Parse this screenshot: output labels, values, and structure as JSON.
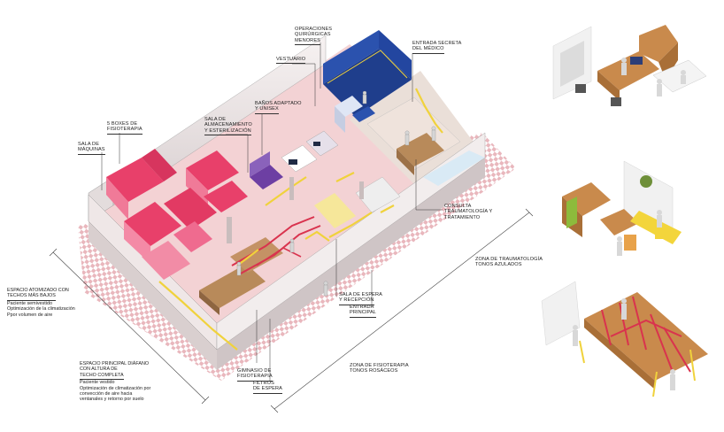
{
  "labels": {
    "operaciones": [
      "OPERACIONES",
      "QUIRÚRGICAS",
      "MENORES"
    ],
    "vestuario": "VESTUARIO",
    "entrada_secreta": [
      "ENTRADA SECRETA",
      "DEL MÉDICO"
    ],
    "banos": [
      "BAÑOS ADAPTADO",
      "Y UNISEX"
    ],
    "sala_almacenamiento": [
      "SALA DE",
      "ALMACENAMIENTO",
      "Y ESTERILIZACIÓN"
    ],
    "boxes": [
      "5 BOXES DE",
      "FISIOTERAPIA"
    ],
    "sala_maquinas": [
      "SALA DE",
      "MÁQUINAS"
    ],
    "consulta": [
      "CONSULTA",
      "TRAUMATOLOGÍA Y",
      "TRATAMIENTO"
    ],
    "zona_trauma": [
      "ZONA DE TRAUMATOLOGÍA",
      "TONOS AZULADOS"
    ],
    "sala_espera": [
      "SALA DE ESPERA",
      "Y RECEPCIÓN"
    ],
    "entrada_principal": [
      "ENTRADA",
      "PRINCIPAL"
    ],
    "gimnasio": [
      "GIMNASIO DE",
      "FISIOTERAPIA"
    ],
    "filtros": [
      "FILTROS",
      "DE ESPERA"
    ],
    "zona_fisio": [
      "ZONA DE FISIOTERAPIA",
      "TONOS ROSÁCEOS"
    ]
  },
  "notes": {
    "espacio_atomizado": {
      "title": [
        "ESPACIO ATOMIZADO CON",
        "TECHOS MÁS BAJOS"
      ],
      "lines": [
        "Paciente semivestido",
        "Optimización de la climatización",
        "Ppor volumen de aire"
      ]
    },
    "espacio_principal": {
      "title": [
        "ESPACIO PRINCIPAL DIÁFANO",
        "CON ALTURA DE",
        "TECHO COMPLETA"
      ],
      "lines": [
        "Paciente vestido",
        "Optimización de climatización por",
        "convección de aire hacia",
        "ventanales y retorno por suelo"
      ]
    }
  },
  "colors": {
    "fisio_pink": "#e8406a",
    "trauma_blue": "#1f3e8c",
    "storage_purple": "#6d3fa3",
    "circulation_yellow": "#f0d23c",
    "floor_pink": "#f3d2d4",
    "wood": "#b88a5a"
  }
}
